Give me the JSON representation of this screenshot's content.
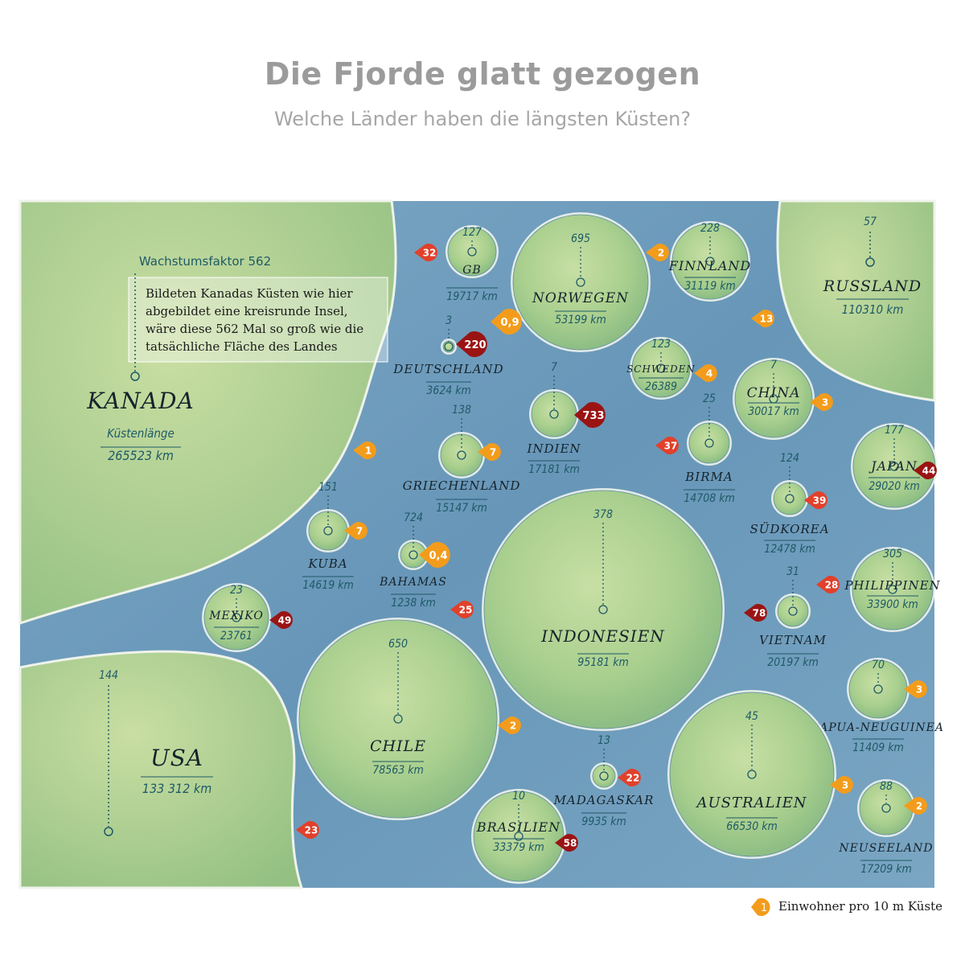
{
  "header": {
    "title": "Die Fjorde glatt gezogen",
    "subtitle": "Welche Länder haben die längsten Küsten?"
  },
  "colors": {
    "water": "#6d9fbf",
    "land_light": "#c4dca0",
    "land_dark": "#8fbf7a",
    "text_teal": "#1e5a66",
    "badge_orange": "#f39c1c",
    "badge_red": "#e2402a",
    "badge_darkred": "#9a1414"
  },
  "canada": {
    "name": "KANADA",
    "factor_label": "Wachstumsfaktor 562",
    "note_lines": [
      "Bildeten Kanadas Küsten wie hier",
      "abgebildet eine kreisrunde Insel,",
      "wäre diese 562 Mal so groß wie die",
      "tatsächliche Fläche des Landes"
    ],
    "length_label": "Küstenlänge",
    "length": "265523 km",
    "density": "1"
  },
  "usa": {
    "name": "USA",
    "factor": "144",
    "length": "133 312 km",
    "density": "23"
  },
  "russland": {
    "name": "RUSSLAND",
    "factor": "57",
    "length": "110310 km",
    "density": "13"
  },
  "countries": [
    {
      "name": "GB",
      "factor": "127",
      "length": "19717 km",
      "density": "32"
    },
    {
      "name": "NORWEGEN",
      "factor": "695",
      "length": "53199 km",
      "density": "0,9"
    },
    {
      "name": "FINNLAND",
      "factor": "228",
      "length": "31119 km",
      "density": "2"
    },
    {
      "name": "DEUTSCHLAND",
      "factor": "3",
      "length": "3624 km",
      "density": "220"
    },
    {
      "name": "SCHWEDEN",
      "factor": "123",
      "length": "26389",
      "density": "4"
    },
    {
      "name": "CHINA",
      "factor": "7",
      "length": "30017 km",
      "density": "3"
    },
    {
      "name": "INDIEN",
      "factor": "7",
      "length": "17181 km",
      "density": "733"
    },
    {
      "name": "GRIECHENLAND",
      "factor": "138",
      "length": "15147 km",
      "density": "7"
    },
    {
      "name": "BIRMA",
      "factor": "25",
      "length": "14708 km",
      "density": "37"
    },
    {
      "name": "JAPAN",
      "factor": "177",
      "length": "29020 km",
      "density": "44"
    },
    {
      "name": "KUBA",
      "factor": "151",
      "length": "14619 km",
      "density": "7"
    },
    {
      "name": "BAHAMAS",
      "factor": "724",
      "length": "1238 km",
      "density": "0,4"
    },
    {
      "name": "INDONESIEN",
      "factor": "378",
      "length": "95181 km",
      "density": "25"
    },
    {
      "name": "SÜDKOREA",
      "factor": "124",
      "length": "12478 km",
      "density": "39"
    },
    {
      "name": "PHILIPPINEN",
      "factor": "305",
      "length": "33900 km",
      "density": "28"
    },
    {
      "name": "MEXIKO",
      "factor": "23",
      "length": "23761",
      "density": "49"
    },
    {
      "name": "VIETNAM",
      "factor": "31",
      "length": "20197 km",
      "density": "78"
    },
    {
      "name": "CHILE",
      "factor": "650",
      "length": "78563 km",
      "density": "2"
    },
    {
      "name": "PAPUA-NEUGUINEA",
      "factor": "70",
      "length": "11409 km",
      "density": "3"
    },
    {
      "name": "MADAGASKAR",
      "factor": "13",
      "length": "9935 km",
      "density": "22"
    },
    {
      "name": "AUSTRALIEN",
      "factor": "45",
      "length": "66530 km",
      "density": "3"
    },
    {
      "name": "BRASILIEN",
      "factor": "10",
      "length": "33379 km",
      "density": "58"
    },
    {
      "name": "NEUSEELAND",
      "factor": "88",
      "length": "17209 km",
      "density": "2"
    }
  ],
  "legend": {
    "badge": "1",
    "text": "Einwohner pro 10 m Küste"
  }
}
